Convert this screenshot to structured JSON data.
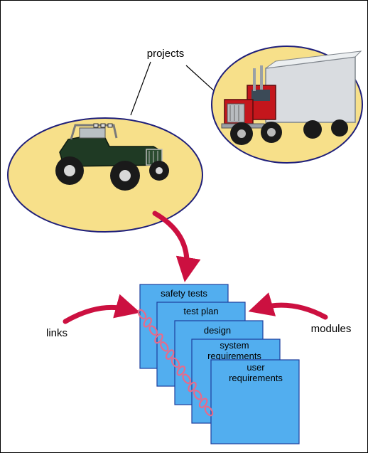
{
  "labels": {
    "projects": "projects",
    "links": "links",
    "modules": "modules"
  },
  "modules": [
    {
      "lines": [
        "safety tests"
      ]
    },
    {
      "lines": [
        "test plan"
      ]
    },
    {
      "lines": [
        "design"
      ]
    },
    {
      "lines": [
        "system",
        "requirements"
      ]
    },
    {
      "lines": [
        "user",
        "requirements"
      ]
    }
  ],
  "colors": {
    "ellipse_fill": "#f7e08a",
    "ellipse_stroke": "#1f1f7a",
    "card_fill": "#52aeef",
    "card_stroke": "#1e3f9e",
    "arrow": "#cc1040",
    "chain": "#e86a8a"
  },
  "icons": [
    "jeep-image",
    "truck-image",
    "chain-icon"
  ]
}
